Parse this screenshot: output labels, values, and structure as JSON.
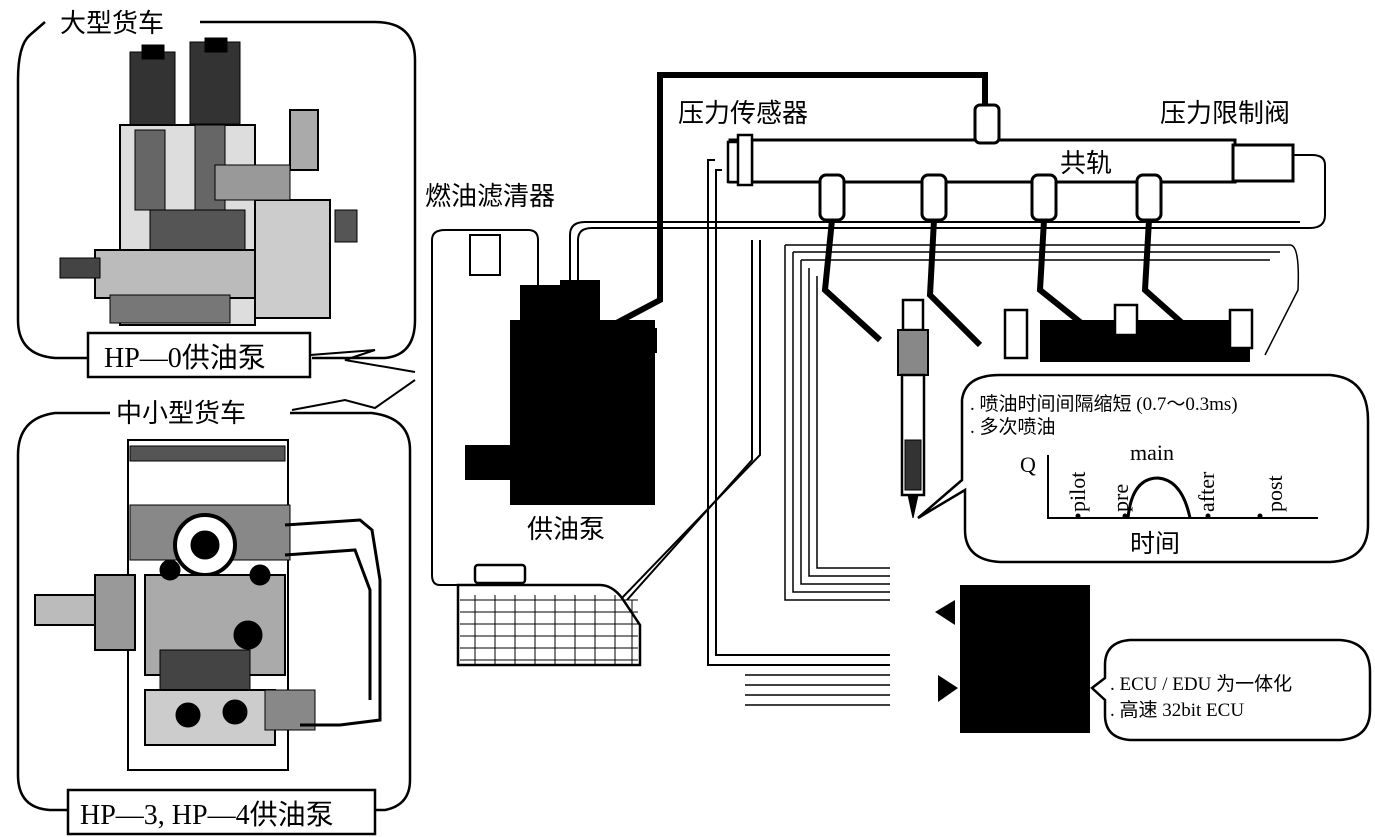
{
  "panels": {
    "large_truck_title": "大型货车",
    "large_pump_label": "HP—0供油泵",
    "small_truck_title": "中小型货车",
    "small_pump_label": "HP—3, HP—4供油泵"
  },
  "components": {
    "fuel_filter": "燃油滤清器",
    "pressure_sensor": "压力传感器",
    "pressure_limiter": "压力限制阀",
    "common_rail": "共轨",
    "supply_pump": "供油泵"
  },
  "injection_callout": {
    "note_1": ". 喷油时间间隔缩短 (0.7～0.3ms)",
    "note_2": ". 多次喷油",
    "q_axis": "Q",
    "pilot": "pilot",
    "pre": "pre",
    "main": "main",
    "after": "after",
    "post": "post",
    "time_axis": "时间"
  },
  "ecu_callout": {
    "note_1": ". ECU / EDU 为一体化",
    "note_2": ". 高速 32bit ECU"
  },
  "colors": {
    "ink": "#000000",
    "paper": "#ffffff"
  }
}
